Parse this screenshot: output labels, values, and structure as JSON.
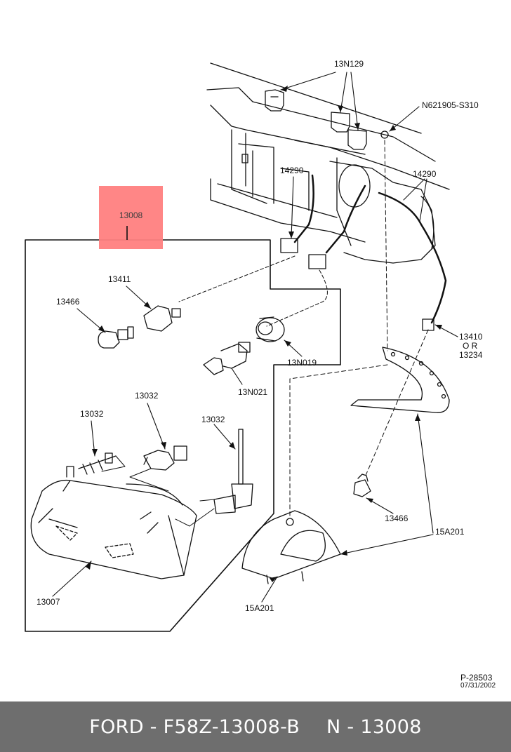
{
  "labels": {
    "l_13N129": "13N129",
    "l_N621905": "N621905-S310",
    "l_14290_left": "14290",
    "l_14290_right": "14290",
    "l_13008": "13008",
    "l_13411": "13411",
    "l_13466_left": "13466",
    "l_13410": "13410",
    "l_or": "O R",
    "l_13234": "13234",
    "l_13N019": "13N019",
    "l_13N021": "13N021",
    "l_13032_center": "13032",
    "l_13032_left": "13032",
    "l_13032_right": "13032",
    "l_13466_right": "13466",
    "l_15A201_right": "15A201",
    "l_15A201_bottom": "15A201",
    "l_13007": "13007",
    "l_p28503": "P-28503",
    "l_date": "07/31/2002"
  },
  "footer": {
    "left": "FORD - F58Z-13008-B",
    "right": "N - 13008"
  },
  "colors": {
    "highlight": "#ff8080",
    "footer_bg": "#6e6e6e",
    "line": "#111111"
  }
}
